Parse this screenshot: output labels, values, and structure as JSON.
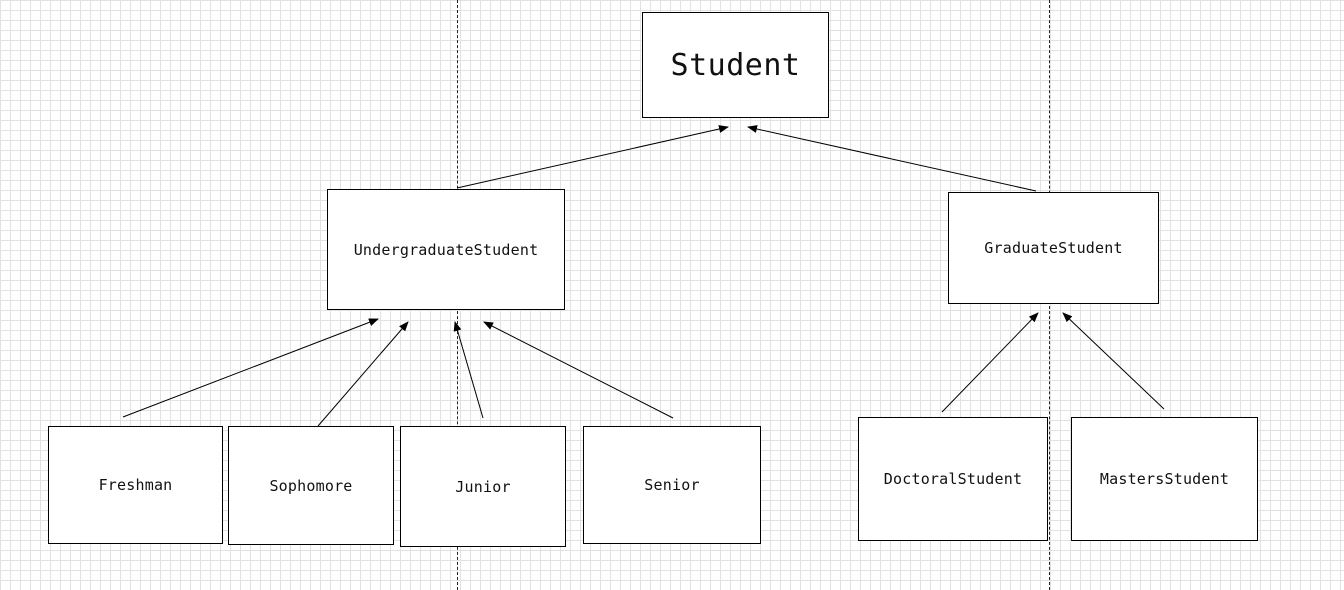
{
  "diagram": {
    "nodes": {
      "student": "Student",
      "undergraduate": "UndergraduateStudent",
      "graduate": "GraduateStudent",
      "freshman": "Freshman",
      "sophomore": "Sophomore",
      "junior": "Junior",
      "senior": "Senior",
      "doctoral": "DoctoralStudent",
      "masters": "MastersStudent"
    },
    "edges": [
      {
        "from": "undergraduate",
        "to": "student"
      },
      {
        "from": "graduate",
        "to": "student"
      },
      {
        "from": "freshman",
        "to": "undergraduate"
      },
      {
        "from": "sophomore",
        "to": "undergraduate"
      },
      {
        "from": "junior",
        "to": "undergraduate"
      },
      {
        "from": "senior",
        "to": "undergraduate"
      },
      {
        "from": "doctoral",
        "to": "graduate"
      },
      {
        "from": "masters",
        "to": "graduate"
      }
    ],
    "colors": {
      "line": "#000000",
      "grid": "#e2e2e2",
      "background": "#ffffff"
    }
  }
}
